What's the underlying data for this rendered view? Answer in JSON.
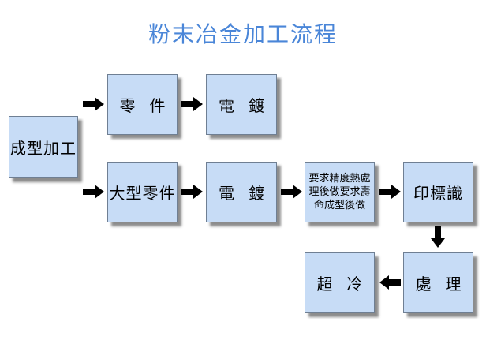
{
  "title": "粉末冶金加工流程",
  "nodes": {
    "forming": "成型加工",
    "part": "零件",
    "plating_top": "電鍍",
    "large_part": "大型零件",
    "plating_mid": "電鍍",
    "precision_line1": "要求精度熱處",
    "precision_line2": "理後做要求壽",
    "precision_line3": "命成型後做",
    "marking": "印標識",
    "treatment": "處理",
    "cooling": "超冷"
  },
  "colors": {
    "title": "#4a86d8",
    "box_fill": "#c7dcf6",
    "box_border": "#6f7f93",
    "arrow": "#000000"
  }
}
